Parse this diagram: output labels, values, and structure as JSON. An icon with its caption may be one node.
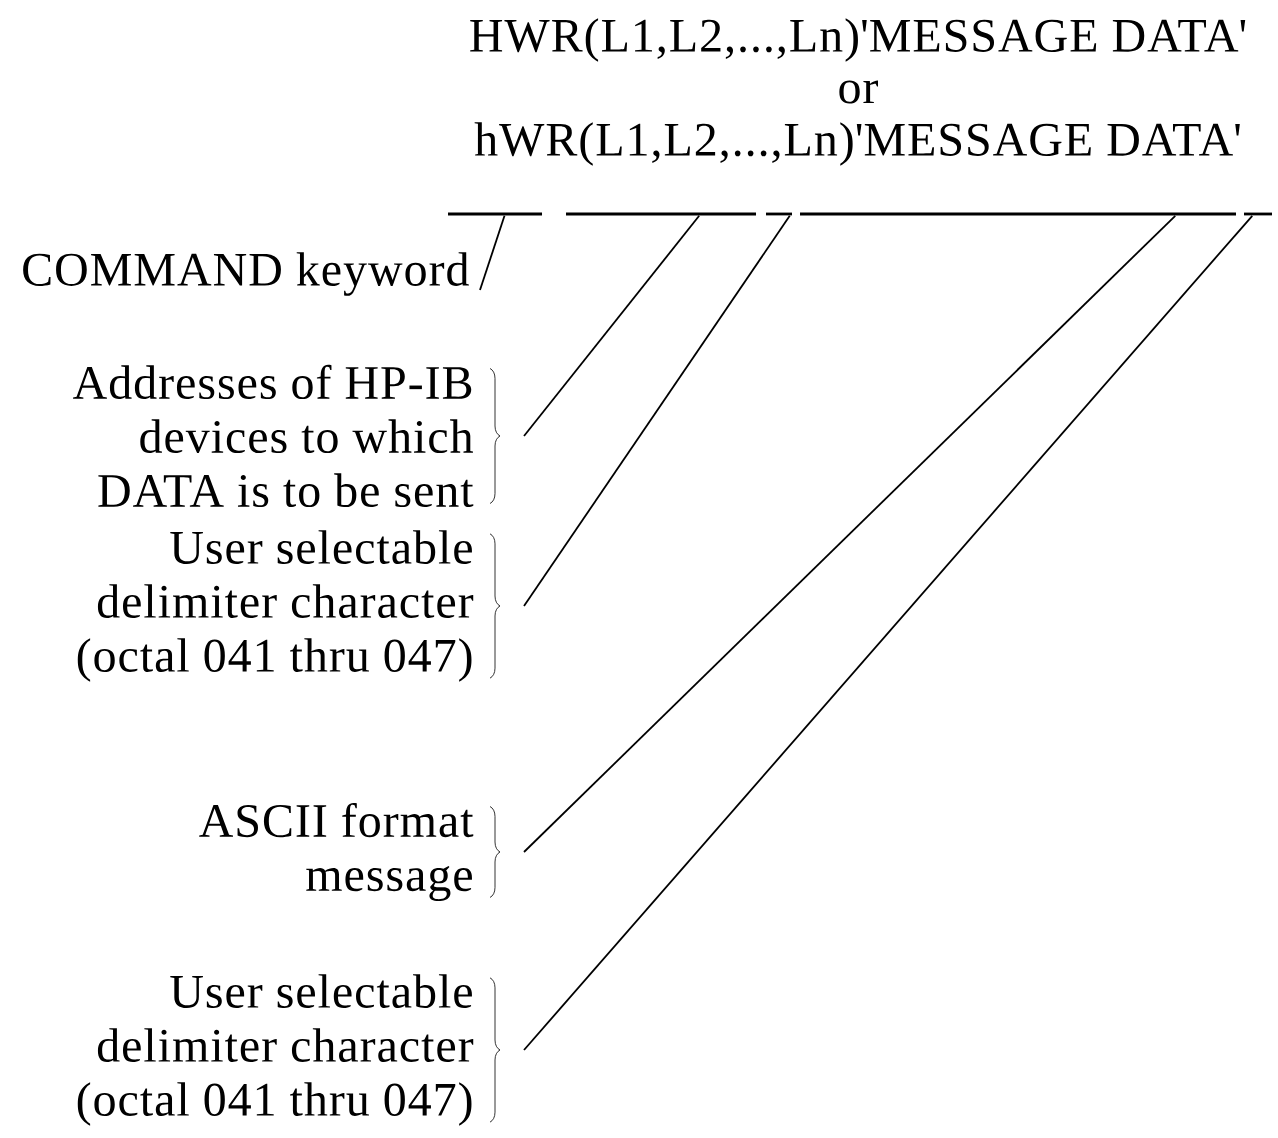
{
  "diagram": {
    "nodes": [
      {
        "text": [],
        "shape": "bar"
      },
      {
        "text": [],
        "shape": "bar"
      },
      {
        "text": [],
        "shape": "bar"
      },
      {
        "text": [],
        "shape": "bar"
      },
      {
        "text": [],
        "shape": "bar"
      },
      {
        "text": [
          "COMMAND keyword"
        ]
      },
      {
        "text": [
          "Addresses of HP-IB devices to which DATA is to be sent"
        ]
      },
      {
        "text": [
          "User selectable delimiter character (octal 041 thru 047)"
        ]
      },
      {
        "text": [
          "ASCII format message"
        ]
      },
      {
        "text": [
          "User selectable delimiter character (octal 041 thru 047)"
        ]
      }
    ],
    "edges": [
      {
        "from": 5,
        "to": 0,
        "arrow": "none"
      },
      {
        "from": 6,
        "to": 1,
        "arrow": "none"
      },
      {
        "from": 7,
        "to": 2,
        "arrow": "none"
      },
      {
        "from": 8,
        "to": 3,
        "arrow": "none"
      },
      {
        "from": 9,
        "to": 4,
        "arrow": "none"
      }
    ],
    "labels": [
      "HWR(L1,L2,...,Ln)'MESSAGE DATA'",
      "or",
      "hWR(L1,L2,...,Ln)'MESSAGE DATA'"
    ]
  }
}
